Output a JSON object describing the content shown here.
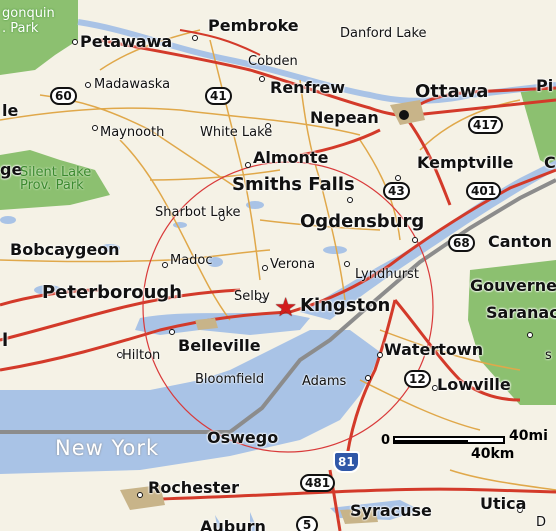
{
  "map": {
    "colors": {
      "water": "#a9c3e6",
      "land": "#f5f2e6",
      "park": "#8cc070",
      "highway": "#d33a2a",
      "road": "#e0a84a",
      "border": "#8c8c8c",
      "radius_circle": "#d93a3a"
    },
    "places": {
      "algonquin_park": "gonquin\n. Park",
      "petawawa": "Petawawa",
      "pembroke": "Pembroke",
      "danford_lake": "Danford Lake",
      "cobden": "Cobden",
      "madawaska": "Madawaska",
      "renfrew": "Renfrew",
      "ottawa": "Ottawa",
      "pi": "Pi",
      "le": "le",
      "maynooth": "Maynooth",
      "white_lake": "White Lake",
      "nepean": "Nepean",
      "almonte": "Almonte",
      "kemptville": "Kemptville",
      "c_edge": "C",
      "ge": "ge",
      "silent_lake": "Silent Lake\nProv. Park",
      "smiths_falls": "Smiths Falls",
      "sharbot_lake": "Sharbot Lake",
      "ogdensburg": "Ogdensburg",
      "canton": "Canton",
      "bobcaygeon": "Bobcaygeon",
      "madoc": "Madoc",
      "verona": "Verona",
      "lyndhurst": "Lyndhurst",
      "gouverneur": "Gouverneur",
      "peterborough": "Peterborough",
      "selby": "Selby",
      "kingston": "Kingston",
      "saranac": "Saranac",
      "l_edge": "l",
      "hilton": "Hilton",
      "belleville": "Belleville",
      "watertown": "Watertown",
      "s_edge": "s",
      "bloomfield": "Bloomfield",
      "adams": "Adams",
      "lowville": "Lowville",
      "new_york": "New York",
      "oswego": "Oswego",
      "rochester": "Rochester",
      "syracuse": "Syracuse",
      "utica": "Utica",
      "auburn": "Auburn",
      "d_edge": "D"
    },
    "shields": {
      "r60": "60",
      "r41": "41",
      "r417": "417",
      "r43": "43",
      "r401": "401",
      "r68": "68",
      "r12": "12",
      "i81": "81",
      "r481": "481",
      "r5": "5"
    },
    "scale": {
      "zero": "0",
      "miles": "40mi",
      "km": "40km"
    },
    "marker": "★"
  }
}
